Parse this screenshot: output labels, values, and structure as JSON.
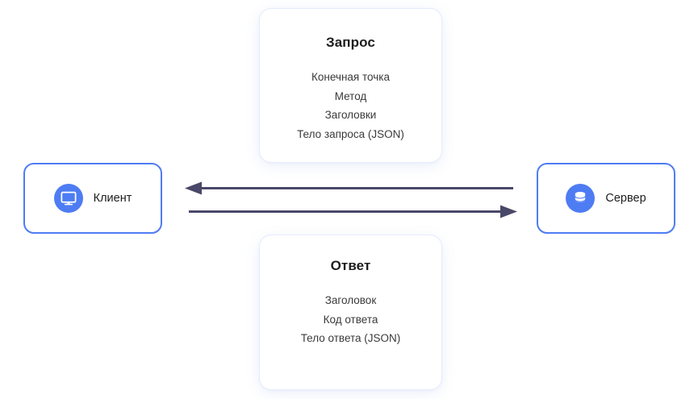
{
  "diagram": {
    "title_semantic": "client-server-request-response",
    "background_color": "#ffffff",
    "accent_color": "#4e7cf3",
    "arrow_color": "#4a4868",
    "text_color": "#3a3a3c"
  },
  "nodes": {
    "client": {
      "label": "Клиент",
      "icon": "monitor-icon"
    },
    "server": {
      "label": "Сервер",
      "icon": "database-icon"
    }
  },
  "cards": {
    "request": {
      "title": "Запрос",
      "lines": [
        "Конечная точка",
        "Метод",
        "Заголовки",
        "Тело запроса (JSON)"
      ]
    },
    "response": {
      "title": "Ответ",
      "lines": [
        "Заголовок",
        "Код ответа",
        "Тело ответа (JSON)"
      ]
    }
  },
  "arrows": {
    "response_arrow": {
      "direction": "left",
      "from": "server",
      "to": "client"
    },
    "request_arrow": {
      "direction": "right",
      "from": "client",
      "to": "server"
    }
  }
}
